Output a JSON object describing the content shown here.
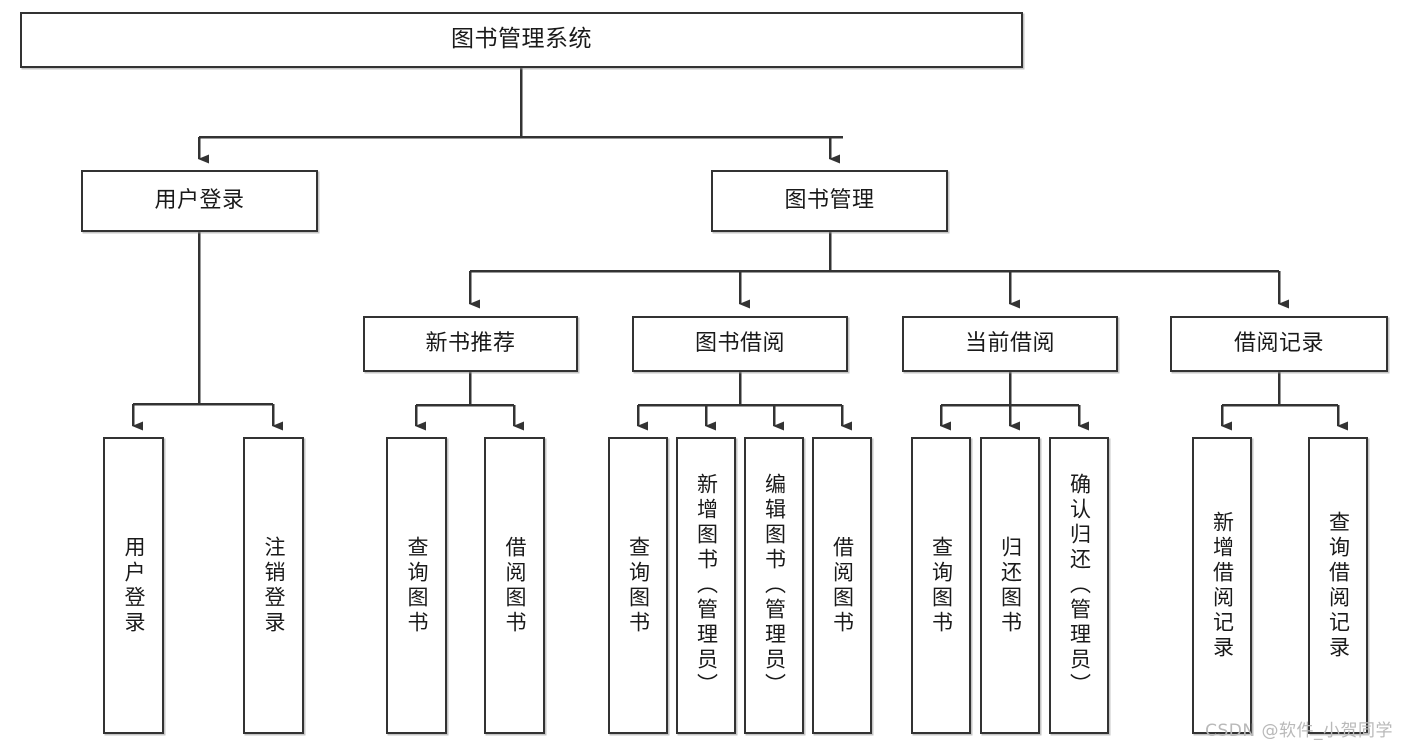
{
  "diagram": {
    "type": "tree",
    "title": "图书管理系统",
    "watermark": "CSDN @软件_小贺同学",
    "colors": {
      "box_border": "#333333",
      "box_fill": "#ffffff",
      "connector": "#333333",
      "text": "#1a1a1a",
      "watermark": "#b9b9b9"
    },
    "nodes": {
      "root": {
        "label": "图书管理系统",
        "level": 0
      },
      "user_login": {
        "label": "用户登录",
        "level": 1
      },
      "book_manage": {
        "label": "图书管理",
        "level": 1
      },
      "new_book_rec": {
        "label": "新书推荐",
        "level": 2
      },
      "book_borrow": {
        "label": "图书借阅",
        "level": 2
      },
      "current_borrow": {
        "label": "当前借阅",
        "level": 2
      },
      "borrow_record": {
        "label": "借阅记录",
        "level": 2
      },
      "leaf_user_login": {
        "label": "用户登录",
        "level": 3
      },
      "leaf_logout": {
        "label": "注销登录",
        "level": 3
      },
      "leaf_query_book_1": {
        "label": "查询图书",
        "level": 3
      },
      "leaf_borrow_book_1": {
        "label": "借阅图书",
        "level": 3
      },
      "leaf_query_book_2": {
        "label": "查询图书",
        "level": 3
      },
      "leaf_add_book": {
        "label": "新增图书（管理员）",
        "level": 3
      },
      "leaf_edit_book": {
        "label": "编辑图书（管理员）",
        "level": 3
      },
      "leaf_borrow_book_2": {
        "label": "借阅图书",
        "level": 3
      },
      "leaf_query_book_3": {
        "label": "查询图书",
        "level": 3
      },
      "leaf_return_book": {
        "label": "归还图书",
        "level": 3
      },
      "leaf_confirm_return": {
        "label": "确认归还（管理员）",
        "level": 3
      },
      "leaf_add_record": {
        "label": "新增借阅记录",
        "level": 3
      },
      "leaf_query_record": {
        "label": "查询借阅记录",
        "level": 3
      }
    },
    "edges": [
      {
        "from": "root",
        "to": "user_login"
      },
      {
        "from": "root",
        "to": "book_manage"
      },
      {
        "from": "user_login",
        "to": "leaf_user_login"
      },
      {
        "from": "user_login",
        "to": "leaf_logout"
      },
      {
        "from": "book_manage",
        "to": "new_book_rec"
      },
      {
        "from": "book_manage",
        "to": "book_borrow"
      },
      {
        "from": "book_manage",
        "to": "current_borrow"
      },
      {
        "from": "book_manage",
        "to": "borrow_record"
      },
      {
        "from": "new_book_rec",
        "to": "leaf_query_book_1"
      },
      {
        "from": "new_book_rec",
        "to": "leaf_borrow_book_1"
      },
      {
        "from": "book_borrow",
        "to": "leaf_query_book_2"
      },
      {
        "from": "book_borrow",
        "to": "leaf_add_book"
      },
      {
        "from": "book_borrow",
        "to": "leaf_edit_book"
      },
      {
        "from": "book_borrow",
        "to": "leaf_borrow_book_2"
      },
      {
        "from": "current_borrow",
        "to": "leaf_query_book_3"
      },
      {
        "from": "current_borrow",
        "to": "leaf_return_book"
      },
      {
        "from": "current_borrow",
        "to": "leaf_confirm_return"
      },
      {
        "from": "borrow_record",
        "to": "leaf_add_record"
      },
      {
        "from": "borrow_record",
        "to": "leaf_query_record"
      }
    ]
  }
}
